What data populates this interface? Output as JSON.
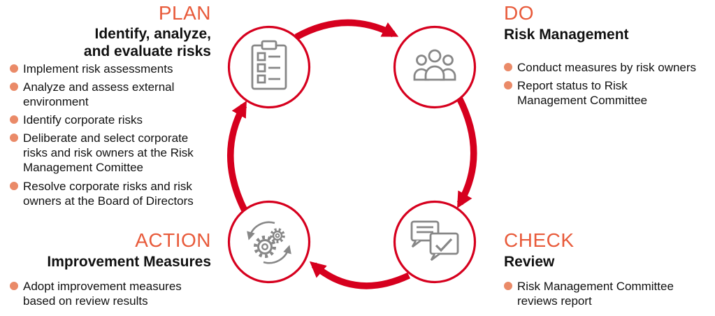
{
  "title": "PDCA risk management cycle",
  "palette": {
    "heading_orange": "#e85a3a",
    "bullet_orange": "#ea8a68",
    "cycle_red": "#d6001e",
    "icon_gray": "#878787",
    "text_black": "#111111",
    "background": "#ffffff"
  },
  "cycle_order": [
    "PLAN",
    "DO",
    "CHECK",
    "ACTION"
  ],
  "sections": {
    "plan": {
      "heading": "PLAN",
      "subtitle": "Identify, analyze,\nand evaluate risks",
      "icon": "clipboard-icon",
      "bullets": [
        "Implement risk assessments",
        "Analyze and assess external\nenvironment",
        "Identify corporate risks",
        "Deliberate and select corporate\nrisks and risk owners at the Risk\nManagement Comittee",
        "Resolve corporate risks and risk\nowners at the Board of Directors"
      ]
    },
    "do": {
      "heading": "DO",
      "subtitle": "Risk Management",
      "icon": "people-icon",
      "bullets": [
        "Conduct measures by risk owners",
        "Report status to Risk\nManagement Committee"
      ]
    },
    "check": {
      "heading": "CHECK",
      "subtitle": "Review",
      "icon": "chat-review-icon",
      "bullets": [
        "Risk Management Committee\nreviews report"
      ]
    },
    "action": {
      "heading": "ACTION",
      "subtitle": "Improvement Measures",
      "icon": "gears-cycle-icon",
      "bullets": [
        "Adopt improvement measures\nbased on review results"
      ]
    }
  }
}
